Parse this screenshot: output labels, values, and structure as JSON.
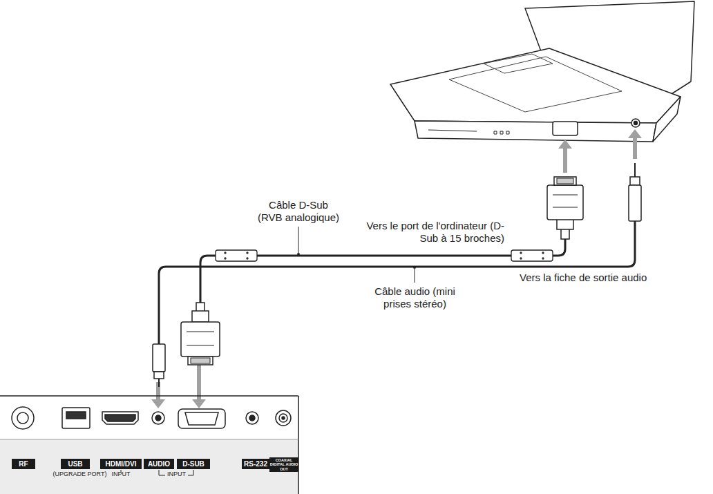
{
  "diagram": {
    "nodes": [
      {
        "text": [
          "RF"
        ]
      },
      {
        "text": [
          "USB"
        ]
      },
      {
        "text": [
          "HDMI/DVI"
        ]
      },
      {
        "text": [
          "AUDIO"
        ]
      },
      {
        "text": [
          "D-SUB"
        ]
      },
      {
        "text": [
          "RS-232"
        ]
      },
      {
        "text": [
          "COAXIAL DIGITAL AUDIO OUT"
        ]
      }
    ],
    "labels": [
      "Câble D-Sub (RVB analogique)",
      "Vers le port de l'ordinateur (D-Sub à 15 broches)",
      "Vers la fiche de sortie audio",
      "Câble audio (mini prises stéréo)",
      "(UPGRADE PORT)",
      "INPUT",
      "INPUT"
    ]
  }
}
